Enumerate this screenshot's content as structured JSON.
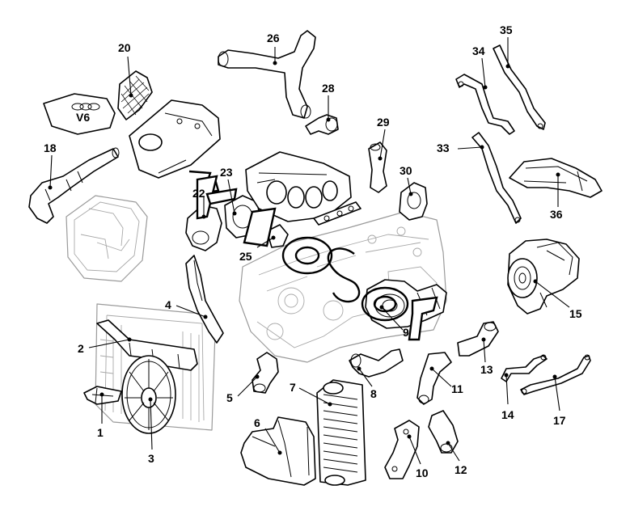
{
  "callouts": {
    "c1": "1",
    "c2": "2",
    "c3": "3",
    "c4": "4",
    "c5": "5",
    "c6": "6",
    "c7": "7",
    "c8": "8",
    "c9": "9",
    "c10": "10",
    "c11": "11",
    "c12": "12",
    "c13": "13",
    "c14": "14",
    "c15": "15",
    "c17": "17",
    "c18": "18",
    "c20": "20",
    "c22": "22",
    "c23": "23",
    "c25": "25",
    "c26": "26",
    "c28": "28",
    "c29": "29",
    "c30": "30",
    "c33": "33",
    "c34": "34",
    "c35": "35",
    "c36": "36"
  },
  "cover_logo_text": "V6",
  "colors": {
    "ink": "#000000",
    "ghost": "#9a9a9a",
    "background": "#ffffff"
  }
}
